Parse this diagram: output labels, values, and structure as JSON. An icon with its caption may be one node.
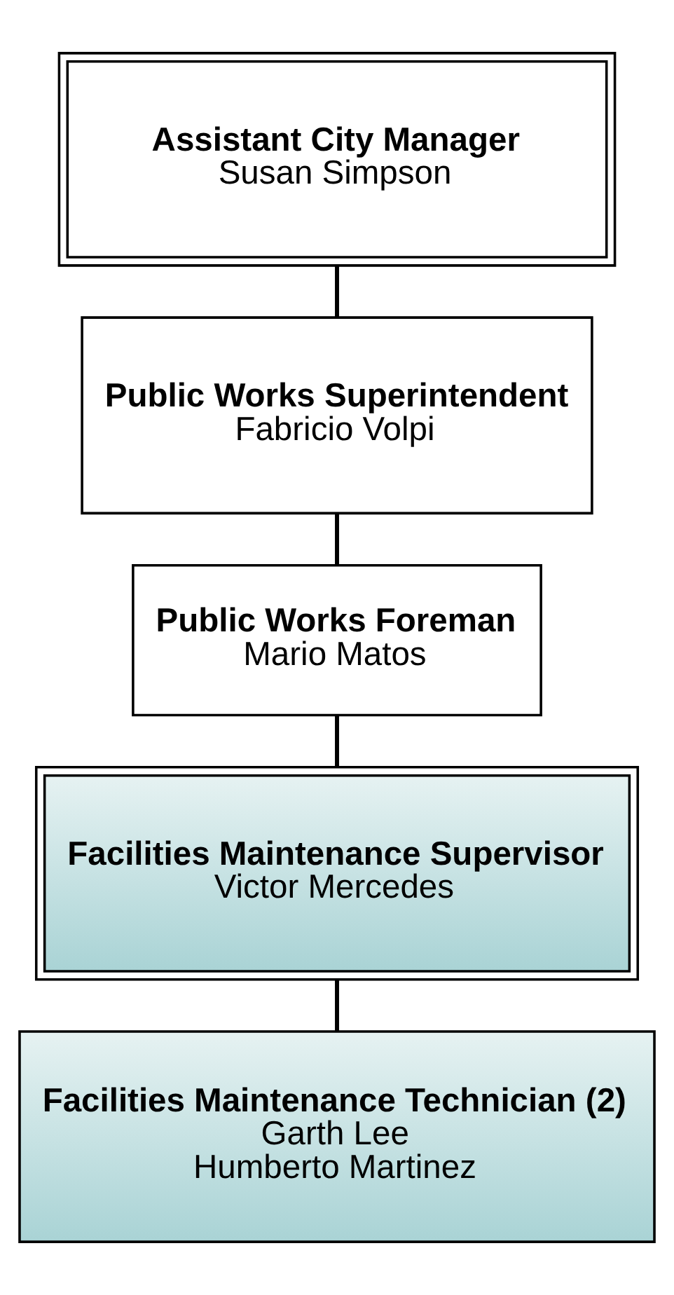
{
  "diagram": {
    "nodes": [
      {
        "text": [
          "Assistant City Manager",
          "Susan Simpson"
        ]
      },
      {
        "text": [
          "Public Works Superintendent",
          "Fabricio Volpi"
        ]
      },
      {
        "text": [
          "Public Works Foreman",
          "Mario Matos"
        ]
      },
      {
        "text": [
          "Facilities Maintenance Supervisor",
          "Victor Mercedes"
        ]
      },
      {
        "text": [
          "Facilities Maintenance Technician (2)",
          "Garth Lee",
          "Humberto Martinez"
        ]
      }
    ],
    "edges": [
      {
        "from": 0,
        "to": 1,
        "arrow": "none"
      },
      {
        "from": 1,
        "to": 2,
        "arrow": "none"
      },
      {
        "from": 2,
        "to": 3,
        "arrow": "none"
      },
      {
        "from": 3,
        "to": 4,
        "arrow": "none"
      }
    ]
  }
}
